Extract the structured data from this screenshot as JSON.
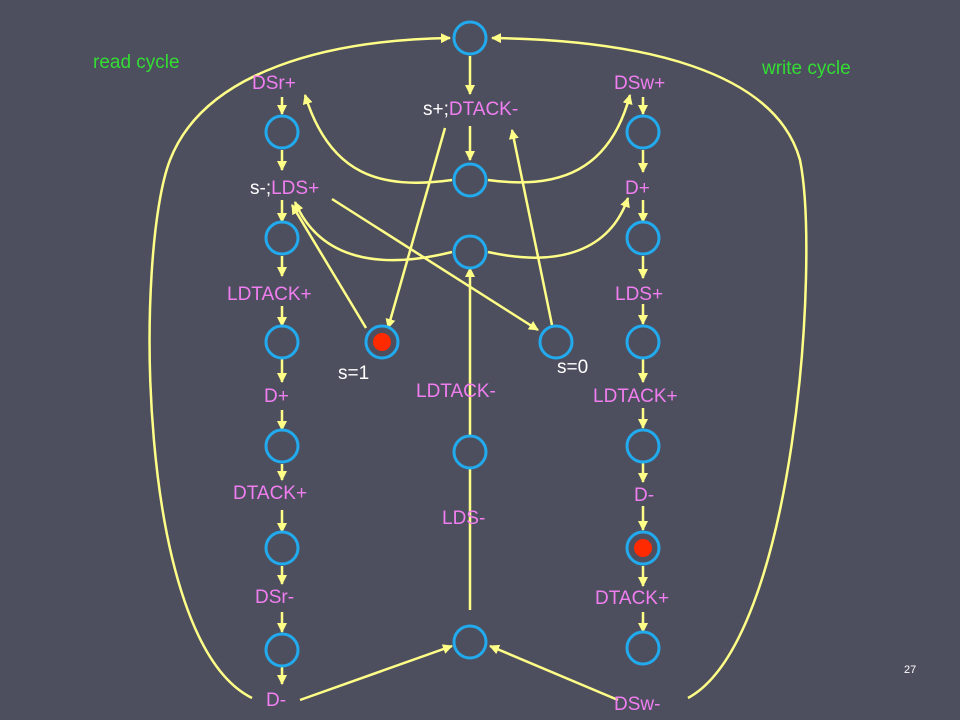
{
  "colors": {
    "background": "#4d4f5e",
    "arc": "#ffff88",
    "place_stroke": "#22aaee",
    "token": "#ff2a00",
    "label_pink": "#f07ef0",
    "label_white": "#ffffff",
    "label_green": "#33dd33"
  },
  "headings": {
    "read": "read cycle",
    "write": "write cycle"
  },
  "slide_number": "27",
  "transitions": {
    "dsr_plus": "DSr+",
    "dsw_plus": "DSw+",
    "s_plus": "s+;",
    "dtack_minus_top": "DTACK-",
    "s_minus": "s-;",
    "lds_plus_left": "LDS+",
    "d_plus_right": "D+",
    "ldtack_plus_left": "LDTACK+",
    "lds_plus_right": "LDS+",
    "s_eq_1": "s=1",
    "s_eq_0": "s=0",
    "d_plus_left": "D+",
    "ldtack_minus": "LDTACK-",
    "ldtack_plus_right": "LDTACK+",
    "dtack_plus_left": "DTACK+",
    "d_minus_right": "D-",
    "lds_minus": "LDS-",
    "dsr_minus": "DSr-",
    "dtack_plus_right": "DTACK+",
    "d_minus_left": "D-",
    "dsw_minus": "DSw-"
  },
  "places": [
    {
      "id": "p_top",
      "marked": false
    },
    {
      "id": "p_left_1",
      "marked": false
    },
    {
      "id": "p_center_1",
      "marked": false
    },
    {
      "id": "p_right_1",
      "marked": false
    },
    {
      "id": "p_left_2",
      "marked": false
    },
    {
      "id": "p_center_2",
      "marked": false
    },
    {
      "id": "p_right_2",
      "marked": false
    },
    {
      "id": "p_left_3",
      "marked": false
    },
    {
      "id": "p_s1",
      "marked": true
    },
    {
      "id": "p_s0",
      "marked": false
    },
    {
      "id": "p_right_3",
      "marked": false
    },
    {
      "id": "p_left_4",
      "marked": false
    },
    {
      "id": "p_center_4",
      "marked": false
    },
    {
      "id": "p_right_4",
      "marked": false
    },
    {
      "id": "p_left_5",
      "marked": false
    },
    {
      "id": "p_right_5",
      "marked": true
    },
    {
      "id": "p_left_6",
      "marked": false
    },
    {
      "id": "p_center_6",
      "marked": false
    },
    {
      "id": "p_right_6",
      "marked": false
    }
  ]
}
